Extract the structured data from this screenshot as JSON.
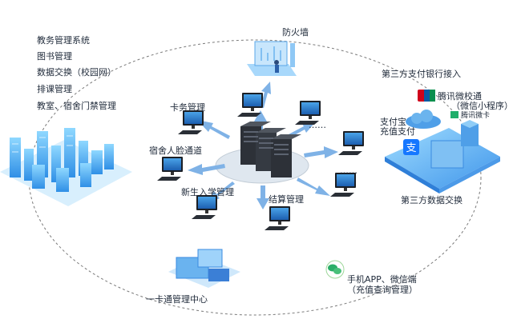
{
  "left_systems": [
    "教务管理系统",
    "图书管理",
    "数据交换（校园网）",
    "排课管理",
    "教室、宿舍门禁管理"
  ],
  "labels": {
    "firewall": "防火墙",
    "third_party_bank": "第三方支付银行接入",
    "tencent_line1": "腾讯微校通",
    "tencent_line2": "（微信小程序）",
    "tencent_card": "腾讯微卡",
    "alipay_line1": "支付宝",
    "alipay_line2": "充值支付",
    "third_party_data": "第三方数据交换",
    "card_mgmt": "卡务管理",
    "dorm_face": "宿舍人脸通道",
    "freshman": "新生入学管理",
    "settlement": "结算管理",
    "dots1": "……",
    "dots2": "……",
    "mobile_line1": "手机APP、微信端",
    "mobile_line2": "（充值查询管理）",
    "center": "一卡通管理中心"
  },
  "colors": {
    "arrow": "#7fb2e6",
    "ellipse": "#7a7a7a",
    "server": "#2d3138",
    "city_blue": "#35a8ee"
  }
}
